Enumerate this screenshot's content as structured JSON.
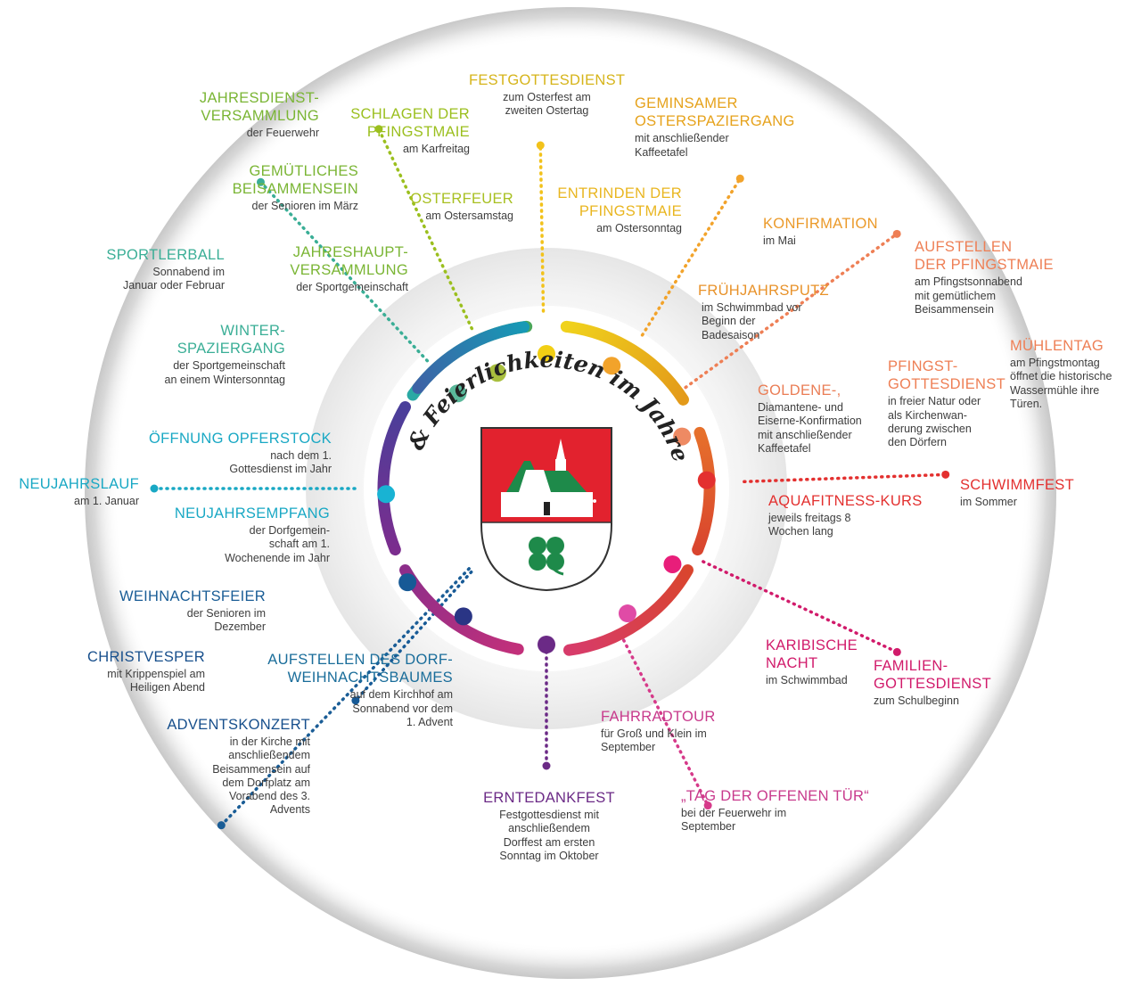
{
  "title": "Feste & Feierlichkeiten im Jahreslauf",
  "colors": {
    "coat_red": "#e2222e",
    "coat_green": "#1e8a4a",
    "ring_outer": "#d9d9d9",
    "subtitle_text": "#3d3d3d"
  },
  "arc_colors": [
    [
      "#2aa9a4",
      "#4aa65a"
    ],
    [
      "#f0d21c",
      "#e39a1a"
    ],
    [
      "#e6702b",
      "#d9452e"
    ],
    [
      "#d9452e",
      "#d73b6a"
    ],
    [
      "#c2307a",
      "#8d2e8a"
    ],
    [
      "#7b2d8e",
      "#4a3f9a"
    ],
    [
      "#3d63a6",
      "#1799b5"
    ]
  ],
  "coat_of_arms": {
    "shape": "shield",
    "top_field": "red",
    "top_charge": "white-church-with-green-roof",
    "bottom_field": "white",
    "bottom_charge": "green-four-leaf-clover"
  },
  "events": [
    {
      "id": "festgottesdienst",
      "title": "FESTGOTTESDIENST",
      "subtitle": "zum Osterfest am\nzweiten Ostertag",
      "color": "#d6b41a"
    },
    {
      "id": "geminsamer",
      "title": "GEMINSAMER\nOSTERSPAZIERGANG",
      "subtitle": "mit anschließender\nKaffeetafel",
      "color": "#e6a21b"
    },
    {
      "id": "entrinden",
      "title": "ENTRINDEN DER\nPFINGSTMAIE",
      "subtitle": "am Ostersonntag",
      "color": "#e9b620"
    },
    {
      "id": "konfirmation",
      "title": "KONFIRMATION",
      "subtitle": "im Mai",
      "color": "#eb9a2a"
    },
    {
      "id": "fruehjahrsputz",
      "title": "FRÜHJAHRSPUTZ",
      "subtitle": "im Schwimmbad vor\nBeginn der\nBadesaison",
      "color": "#e8922a"
    },
    {
      "id": "aufstellen_pfingstmaie",
      "title": "AUFSTELLEN\nDER PFINGSTMAIE",
      "subtitle": "am Pfingstsonnabend\nmit gemütlichem\nBeisammensein",
      "color": "#ee7f55"
    },
    {
      "id": "muehlentag",
      "title": "MÜHLENTAG",
      "subtitle": "am Pfingstmontag\nöffnet die historische\nWassermühle ihre\nTüren.",
      "color": "#ee7f55"
    },
    {
      "id": "pfingstgottesdienst",
      "title": "PFINGST-\nGOTTESDIENST",
      "subtitle": "in freier Natur oder\nals Kirchenwan-\nderung zwischen\nden Dörfern",
      "color": "#ee7f55"
    },
    {
      "id": "goldene_konfirmation",
      "title": "GOLDENE-,",
      "subtitle": "Diamantene- und\nEiserne-Konfirmation\nmit anschließender\nKaffeetafel",
      "color": "#ea7d55"
    },
    {
      "id": "schwimmfest",
      "title": "SCHWIMMFEST",
      "subtitle": "im Sommer",
      "color": "#e3302f"
    },
    {
      "id": "aquafitness",
      "title": "AQUAFITNESS-KURS",
      "subtitle": "jeweils freitags 8\nWochen lang",
      "color": "#e3302f"
    },
    {
      "id": "karibische_nacht",
      "title": "KARIBISCHE\nNACHT",
      "subtitle": "im Schwimmbad",
      "color": "#d11b6b"
    },
    {
      "id": "familiengottesdienst",
      "title": "FAMILIEN-\nGOTTESDIENST",
      "subtitle": "zum Schulbeginn",
      "color": "#d11b6b"
    },
    {
      "id": "fahrradtour",
      "title": "FAHRRADTOUR",
      "subtitle": "für Groß und Klein im\nSeptember",
      "color": "#c83a8c"
    },
    {
      "id": "tag_der_offenen_tuer",
      "title": "„TAG DER OFFENEN TÜR“",
      "subtitle": "bei der Feuerwehr im\nSeptember",
      "color": "#c83a8c"
    },
    {
      "id": "erntedankfest",
      "title": "ERNTEDANKFEST",
      "subtitle": "Festgottesdienst mit\nanschließendem\nDorffest am ersten\nSonntag im Oktober",
      "color": "#6b2a86"
    },
    {
      "id": "aufstellen_weihnachtsbaum",
      "title": "AUFSTELLEN DES DORF-\nWEIHNACHTSBAUMES",
      "subtitle": "auf dem Kirchhof am\nSonnabend vor dem\n1. Advent",
      "color": "#1a6d9a"
    },
    {
      "id": "adventskonzert",
      "title": "ADVENTSKONZERT",
      "subtitle": "in der Kirche mit\nanschließendem\nBeisammensein auf\ndem Dorfplatz am\nVorabend des 3.\nAdvents",
      "color": "#174f8c"
    },
    {
      "id": "christvesper",
      "title": "CHRISTVESPER",
      "subtitle": "mit Krippenspiel am\nHeiligen Abend",
      "color": "#174f8c"
    },
    {
      "id": "weihnachtsfeier",
      "title": "WEIHNACHTSFEIER",
      "subtitle": "der Senioren im\nDezember",
      "color": "#1a5d96"
    },
    {
      "id": "neujahrsempfang",
      "title": "NEUJAHRSEMPFANG",
      "subtitle": "der Dorfgemein-\nschaft am 1.\nWochenende im Jahr",
      "color": "#19a8c4"
    },
    {
      "id": "neujahrslauf",
      "title": "NEUJAHRSLAUF",
      "subtitle": "am 1. Januar",
      "color": "#19a8c4"
    },
    {
      "id": "oeffnung_opferstock",
      "title": "ÖFFNUNG OPFERSTOCK",
      "subtitle": "nach dem 1.\nGottesdienst im Jahr",
      "color": "#19a8c4"
    },
    {
      "id": "winterspaziergang",
      "title": "WINTER-\nSPAZIERGANG",
      "subtitle": "der Sportgemeinschaft\nan einem Wintersonntag",
      "color": "#3aae96"
    },
    {
      "id": "sportlerball",
      "title": "SPORTLERBALL",
      "subtitle": "Sonnabend im\nJanuar oder Februar",
      "color": "#3aae96"
    },
    {
      "id": "jahreshauptversammlung",
      "title": "JAHRESHAUPT-\nVERSAMMLUNG",
      "subtitle": "der Sportgemeinschaft",
      "color": "#7ab534"
    },
    {
      "id": "gemuetliches",
      "title": "GEMÜTLICHES\nBEISAMMENSEIN",
      "subtitle": "der Senioren im März",
      "color": "#7ab534"
    },
    {
      "id": "jahresdienstversammlung",
      "title": "JAHRESDIENST-\nVERSAMMLUNG",
      "subtitle": "der Feuerwehr",
      "color": "#7ab534"
    },
    {
      "id": "schlagen_pfingstmaie",
      "title": "SCHLAGEN DER\nPFINGSTMAIE",
      "subtitle": "am Karfreitag",
      "color": "#9bbf1e"
    },
    {
      "id": "osterfeuer",
      "title": "OSTERFEUER",
      "subtitle": "am Ostersamstag",
      "color": "#a8c021"
    }
  ],
  "nodes": [
    {
      "id": "n_fruehjahr_green",
      "color": "#a9bf3e"
    },
    {
      "id": "n_top",
      "color": "#f2cf14"
    },
    {
      "id": "n_orange",
      "color": "#f2a32b"
    },
    {
      "id": "n_salmon",
      "color": "#ee8a63"
    },
    {
      "id": "n_red",
      "color": "#e3302f"
    },
    {
      "id": "n_pink",
      "color": "#e81e7a"
    },
    {
      "id": "n_magenta",
      "color": "#e04ba6"
    },
    {
      "id": "n_purple",
      "color": "#6b2a86"
    },
    {
      "id": "n_indigo",
      "color": "#2a3585"
    },
    {
      "id": "n_blue",
      "color": "#175a96"
    },
    {
      "id": "n_cyan",
      "color": "#19b3d3"
    },
    {
      "id": "n_teal",
      "color": "#5ab89a"
    }
  ],
  "leaders": [
    {
      "id": "l_neujahrslauf",
      "color": "#19a8c4"
    },
    {
      "id": "l_christvesper",
      "color": "#1a5d96"
    },
    {
      "id": "l_erntedank",
      "color": "#6b2a86"
    },
    {
      "id": "l_tag_offene_tuer",
      "color": "#d63a8a"
    },
    {
      "id": "l_familien",
      "color": "#d11b6b"
    },
    {
      "id": "l_schwimmfest",
      "color": "#e3302f"
    },
    {
      "id": "l_pfingstmaie",
      "color": "#ee7f55"
    },
    {
      "id": "l_konfirmation",
      "color": "#f2a32b"
    },
    {
      "id": "l_festgottesdienst",
      "color": "#f2c21b"
    },
    {
      "id": "l_schlagen",
      "color": "#9bbf1e"
    },
    {
      "id": "l_sportlerball",
      "color": "#3aae96"
    },
    {
      "id": "l_weihnachtsfeier",
      "color": "#175a96"
    }
  ]
}
